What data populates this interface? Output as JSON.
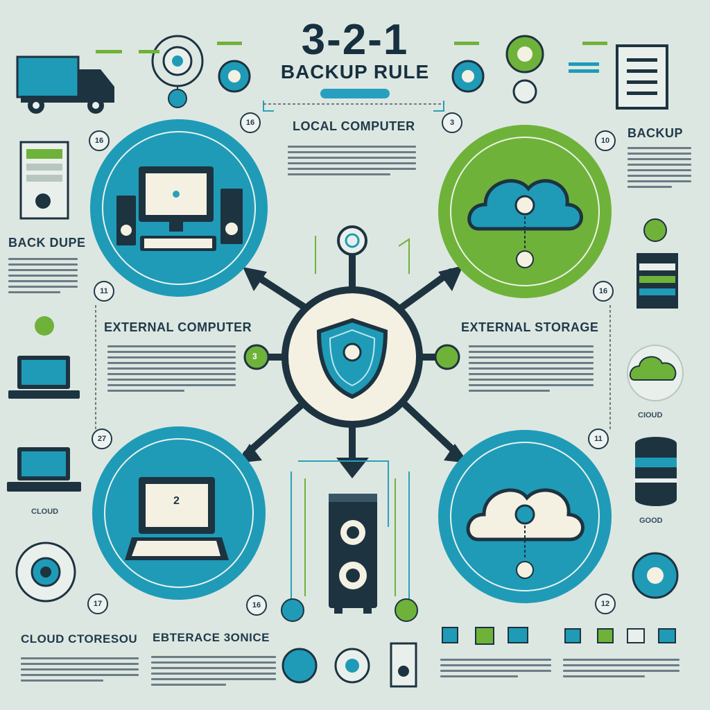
{
  "header": {
    "title_main": "3-2-1",
    "title_sub": "BACKUP RULE"
  },
  "sections": {
    "local_computer": "LOCAL COMPUTER",
    "backup": "BACKUP",
    "back_dupe": "BACK DUPE",
    "external_computer": "EXTERNAL COMPUTER",
    "external_storage": "EXTERNAL STORAGE",
    "cloud_storage": "CLOUD CTORESOU",
    "storage_service": "EBTERACE 3ONICE"
  },
  "side_labels": {
    "cloud_left": "CLOUD",
    "cloud_right": "CIOUD",
    "good": "GOOD"
  },
  "badges": {
    "b1": "16",
    "b2": "16",
    "b3": "3",
    "b4": "10",
    "b5": "11",
    "b6": "16",
    "b7": "27",
    "b8": "11",
    "b9": "17",
    "b10": "16",
    "b11": "12"
  },
  "hub_markers": {
    "left": "3",
    "center_label": "2"
  },
  "colors": {
    "background": "#dde7e1",
    "teal": "#1f9bb7",
    "green": "#6fb23a",
    "dark": "#1d3340",
    "cream": "#f4f1e3"
  },
  "icons": {
    "center": "shield-icon",
    "top_left": "desktop-computer-icon",
    "top_right": "cloud-icon",
    "bottom_left": "laptop-icon",
    "bottom_right": "cloud-icon",
    "bottom_center": "server-tower-icon"
  }
}
